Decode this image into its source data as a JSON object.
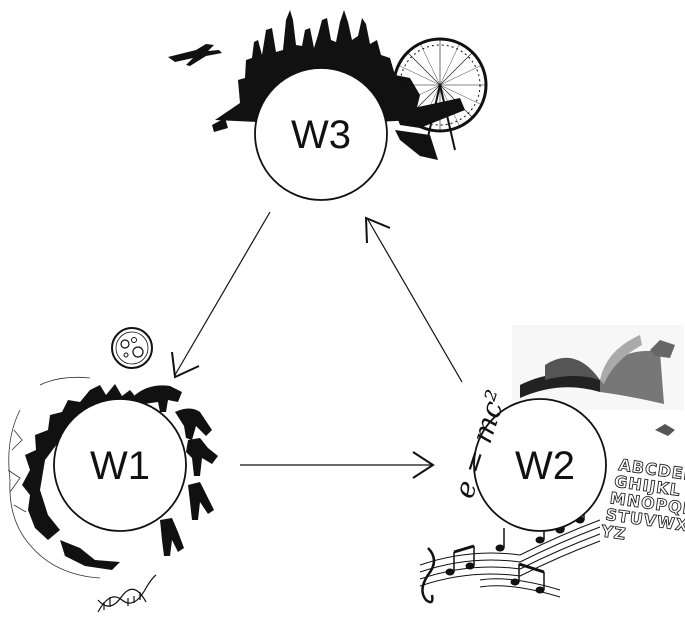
{
  "nodes": {
    "w1": {
      "label": "W1"
    },
    "w2": {
      "label": "W2"
    },
    "w3": {
      "label": "W3"
    }
  },
  "decorations": {
    "formula": "e = mc²",
    "alphabet_lines": [
      "ABCDEF",
      "GHIJKL",
      "MNOPQR",
      "STUVWX",
      "YZ"
    ]
  },
  "icons": {
    "w1": [
      "bacteria-cell-icon",
      "forest-silhouette-icon",
      "human-evolution-icon",
      "dna-helix-icon"
    ],
    "w2": [
      "open-book-icon",
      "music-notes-icon",
      "alphabet-icon"
    ],
    "w3": [
      "airplane-icon",
      "city-skyline-icon",
      "ferris-wheel-icon"
    ]
  },
  "colors": {
    "stroke": "#111111",
    "background": "#ffffff"
  }
}
